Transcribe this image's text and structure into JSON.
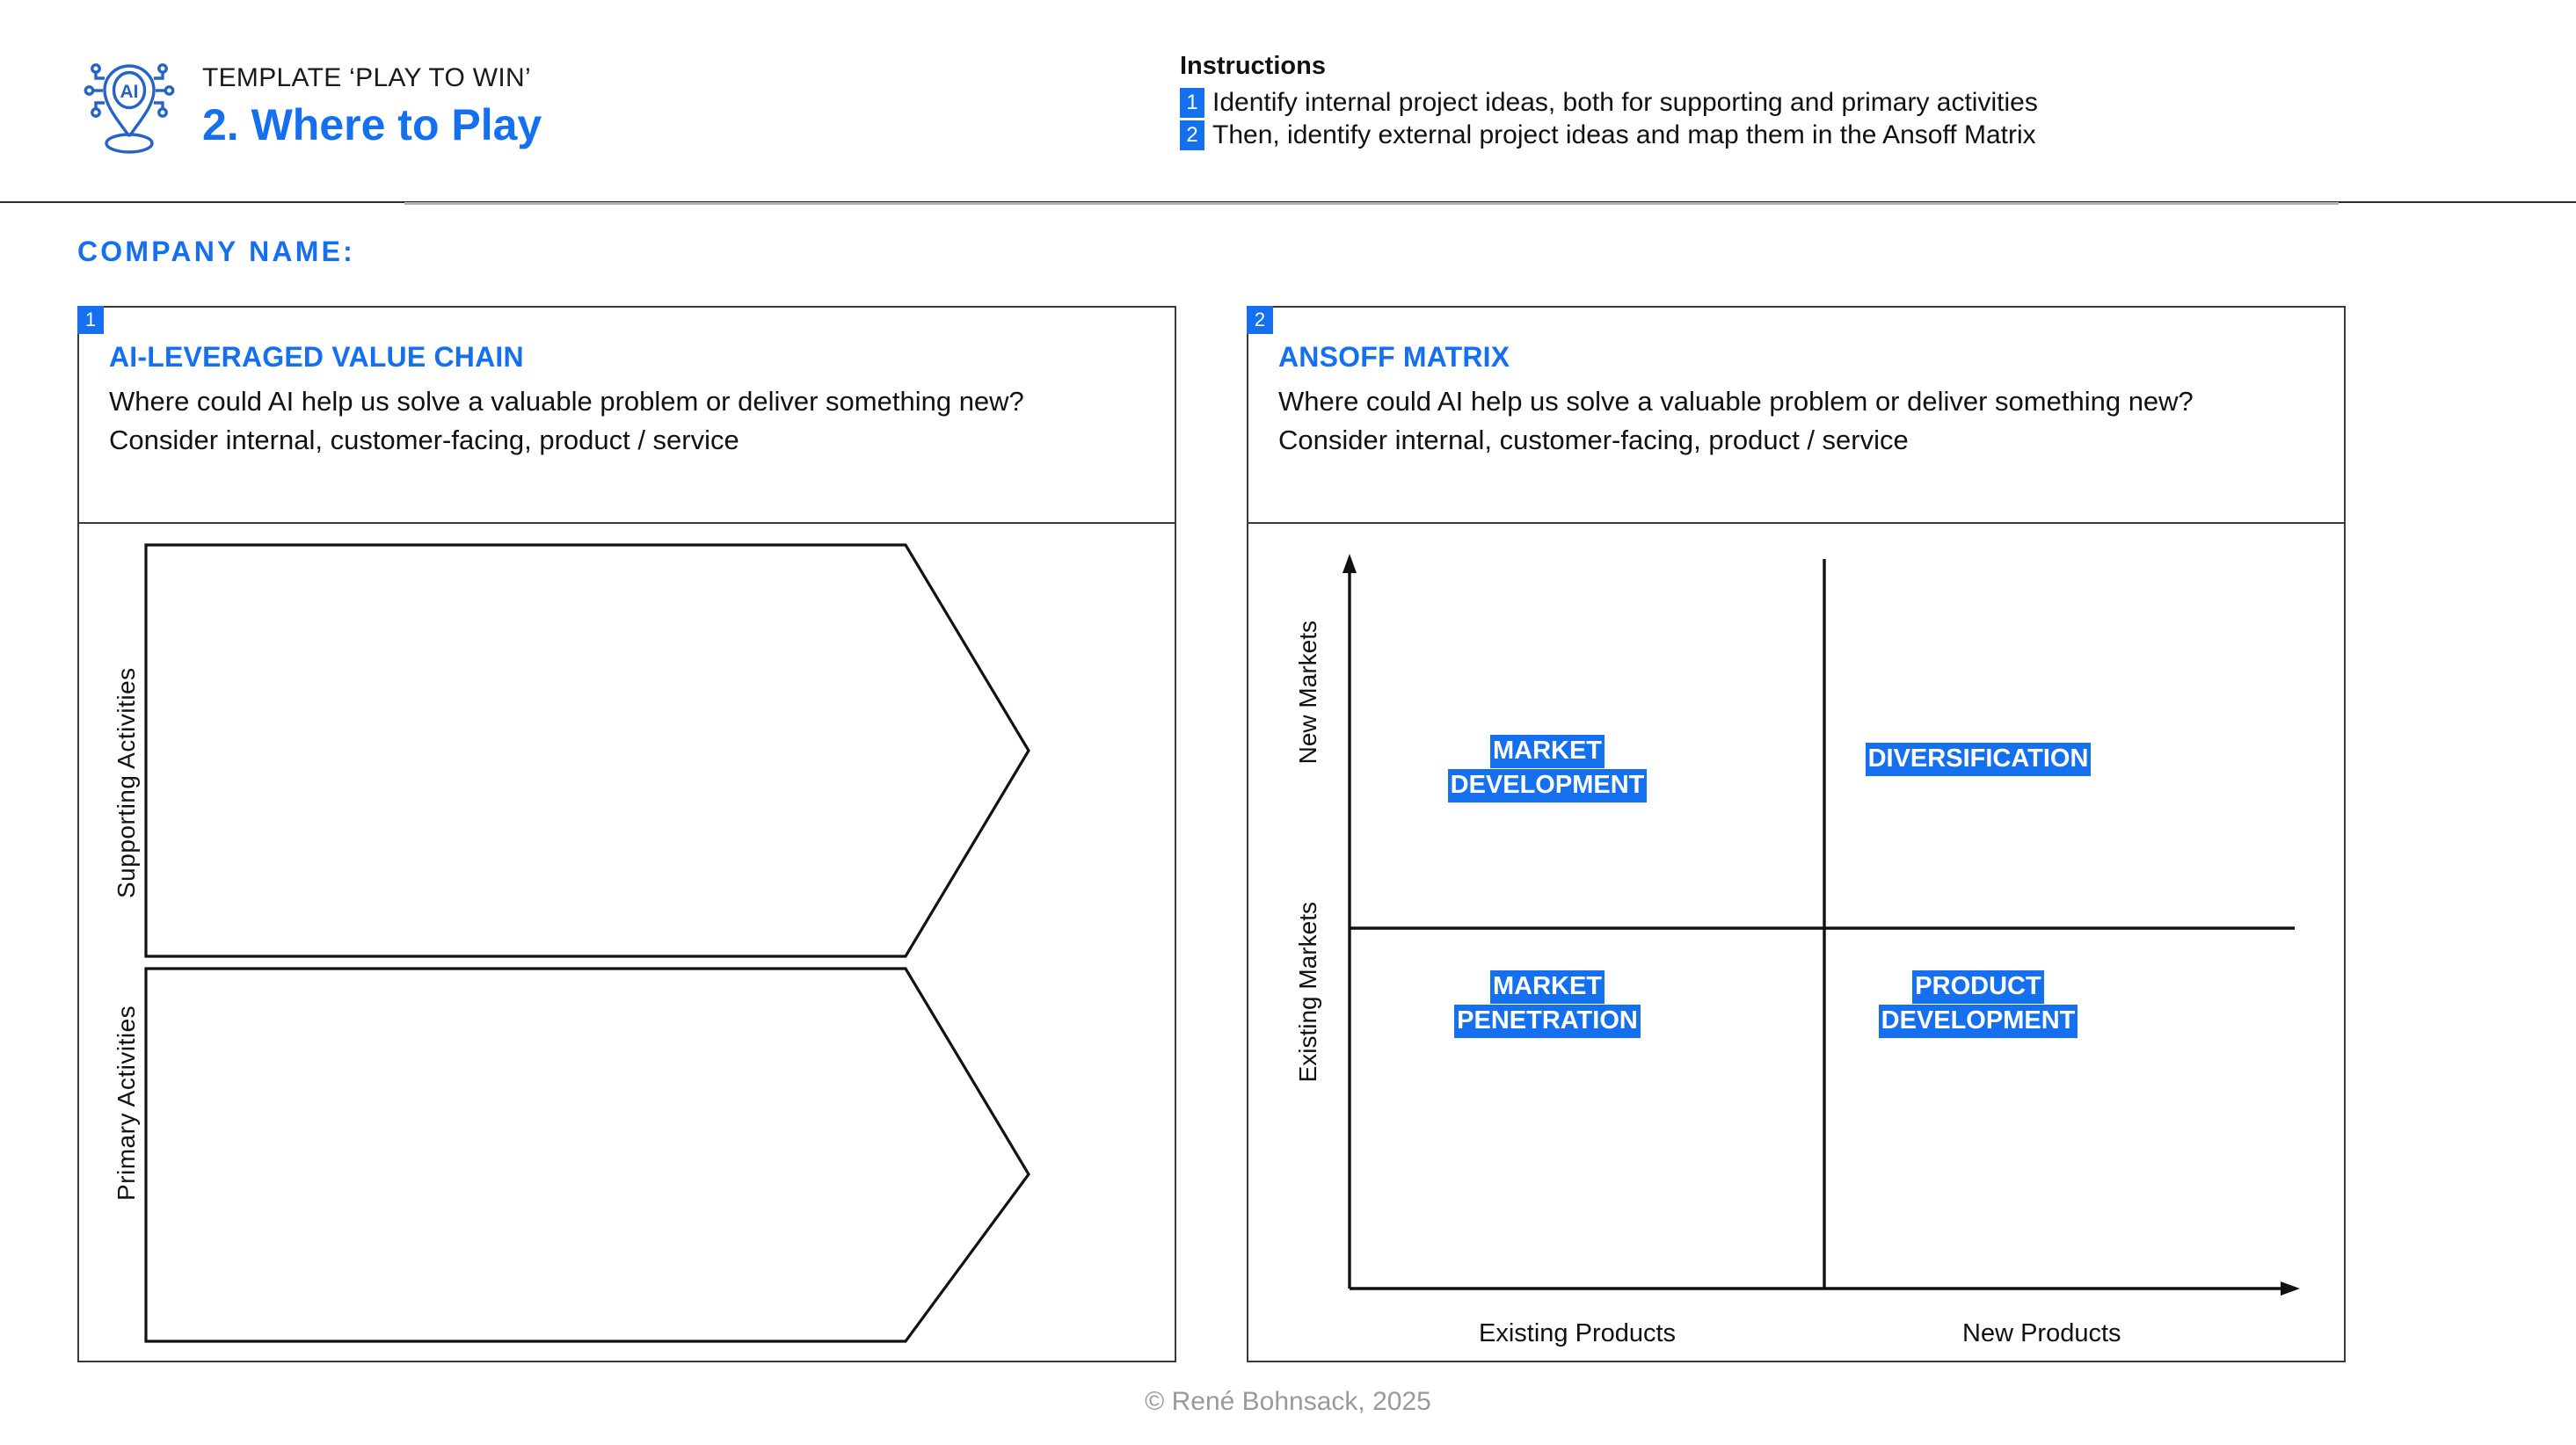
{
  "header": {
    "logo_icon": "ai-location-pin-icon",
    "eyebrow": "TEMPLATE ‘PLAY TO WIN’",
    "title": "2. Where to Play",
    "instructions_title": "Instructions",
    "instructions": [
      {
        "number": "1",
        "text": "Identify internal project ideas, both for supporting and primary activities"
      },
      {
        "number": "2",
        "text": "Then, identify external project ideas and map them in the Ansoff Matrix"
      }
    ]
  },
  "company_name_label": "COMPANY NAME:",
  "panels": [
    {
      "badge": "1",
      "title": "AI-LEVERAGED VALUE CHAIN",
      "subtitle": "Where could AI help us solve a valuable problem or deliver something new? Consider internal, customer-facing, product / service",
      "value_chain": {
        "supporting_label": "Supporting Activities",
        "primary_label": "Primary Activities"
      }
    },
    {
      "badge": "2",
      "title": "ANSOFF MATRIX",
      "subtitle": "Where could AI help us solve a valuable problem or deliver something new? Consider internal, customer-facing, product / service",
      "ansoff": {
        "y_axis": {
          "top": "New Markets",
          "bottom": "Existing Markets"
        },
        "x_axis": {
          "left": "Existing Products",
          "right": "New Products"
        },
        "quadrants": [
          {
            "id": "market-development",
            "lines": [
              "MARKET",
              "DEVELOPMENT"
            ]
          },
          {
            "id": "diversification",
            "lines": [
              "DIVERSIFICATION"
            ]
          },
          {
            "id": "market-penetration",
            "lines": [
              "MARKET",
              "PENETRATION"
            ]
          },
          {
            "id": "product-development",
            "lines": [
              "PRODUCT",
              "DEVELOPMENT"
            ]
          }
        ]
      }
    }
  ],
  "footer": "© René Bohnsack, 2025",
  "colors": {
    "accent_blue": "#1570ef",
    "line_black": "#111111",
    "footer_grey": "#9a9a9a"
  }
}
